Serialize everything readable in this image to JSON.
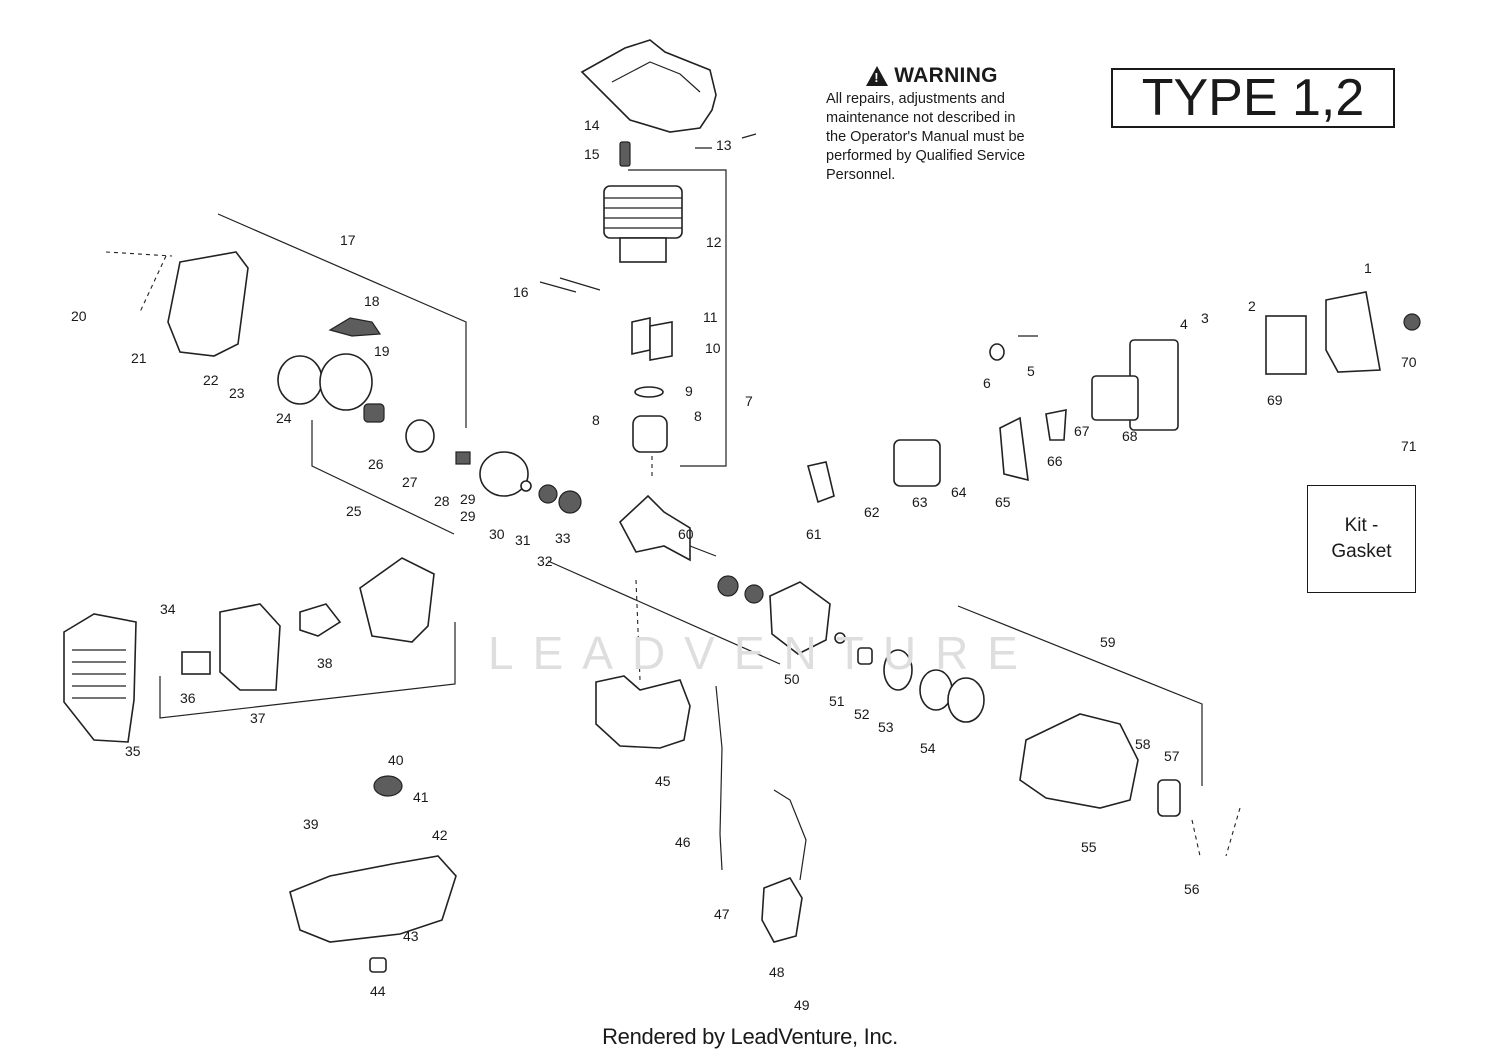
{
  "warning": {
    "title": "WARNING",
    "body": "All repairs, adjustments and\nmaintenance not described in\nthe Operator's Manual must be\nperformed by Qualified Service\nPersonnel."
  },
  "type_label": "TYPE 1,2",
  "kit_label": "Kit -\nGasket",
  "watermark": "LEADVENTURE",
  "footer": "Rendered by LeadVenture, Inc.",
  "callouts": [
    "1",
    "2",
    "3",
    "4",
    "5",
    "6",
    "7",
    "8",
    "8",
    "9",
    "10",
    "11",
    "12",
    "13",
    "14",
    "15",
    "16",
    "17",
    "18",
    "19",
    "20",
    "21",
    "22",
    "23",
    "24",
    "25",
    "26",
    "27",
    "28",
    "29",
    "29",
    "30",
    "31",
    "32",
    "33",
    "34",
    "35",
    "36",
    "37",
    "38",
    "39",
    "40",
    "41",
    "42",
    "43",
    "44",
    "45",
    "46",
    "47",
    "48",
    "49",
    "50",
    "51",
    "52",
    "53",
    "54",
    "55",
    "56",
    "57",
    "58",
    "59",
    "60",
    "61",
    "62",
    "63",
    "64",
    "65",
    "66",
    "67",
    "68",
    "69",
    "70",
    "71"
  ],
  "colors": {
    "line": "#222222",
    "watermark": "#dedede",
    "background": "#ffffff"
  }
}
